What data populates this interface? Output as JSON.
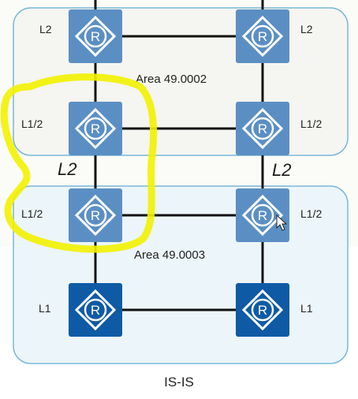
{
  "diagram": {
    "caption": "IS-IS",
    "areas": [
      {
        "id": "area-49-0002",
        "label": "Area 49.0002",
        "fill": "#f4f4ef",
        "stroke": "#7ab8d8"
      },
      {
        "id": "area-49-0003",
        "label": "Area 49.0003",
        "fill": "#eaf4fa",
        "stroke": "#7ab8d8"
      }
    ],
    "routers": [
      {
        "id": "r-a-left",
        "symbol": "R",
        "level": "L2",
        "style": "light"
      },
      {
        "id": "r-a-right",
        "symbol": "R",
        "level": "L2",
        "style": "light"
      },
      {
        "id": "r-b-left",
        "symbol": "R",
        "level": "L1/2",
        "style": "light"
      },
      {
        "id": "r-b-right",
        "symbol": "R",
        "level": "L1/2",
        "style": "light"
      },
      {
        "id": "r-c-left",
        "symbol": "R",
        "level": "L1/2",
        "style": "light"
      },
      {
        "id": "r-c-right",
        "symbol": "R",
        "level": "L1/2",
        "style": "light"
      },
      {
        "id": "r-d-left",
        "symbol": "R",
        "level": "L1",
        "style": "dark"
      },
      {
        "id": "r-d-right",
        "symbol": "R",
        "level": "L1",
        "style": "dark"
      }
    ],
    "links": [
      [
        "r-a-left",
        "r-a-right"
      ],
      [
        "r-b-left",
        "r-b-right"
      ],
      [
        "r-c-left",
        "r-c-right"
      ],
      [
        "r-d-left",
        "r-d-right"
      ],
      [
        "r-a-left",
        "r-b-left"
      ],
      [
        "r-b-left",
        "r-c-left"
      ],
      [
        "r-c-left",
        "r-d-left"
      ],
      [
        "r-a-right",
        "r-b-right"
      ],
      [
        "r-b-right",
        "r-c-right"
      ],
      [
        "r-c-right",
        "r-d-right"
      ]
    ],
    "handwriting": {
      "left_note": "L2",
      "right_note": "L2",
      "ink_color": "#1a1a1a",
      "highlight_color": "#f2f200"
    },
    "colors": {
      "router_light": "#5b8fc4",
      "router_dark": "#0f5aa5",
      "link": "#111111",
      "text": "#222222"
    }
  }
}
